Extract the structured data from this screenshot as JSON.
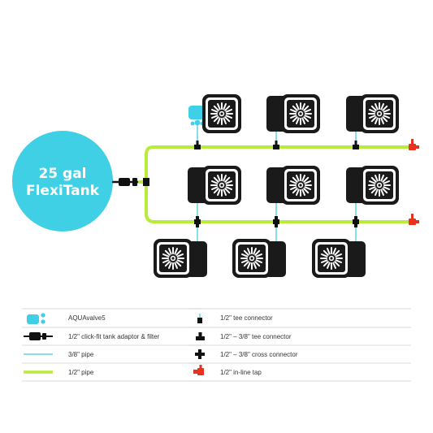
{
  "tank": {
    "line1": "25 gal",
    "line2": "FlexiTank"
  },
  "colors": {
    "tank": "#3fd0e6",
    "pipe_half_inch": "#b9ec3a",
    "pipe_three_eighths": "#5fd4e6",
    "pot": "#1a1a1a",
    "tap": "#e8321e",
    "connector": "#111111"
  },
  "legend": {
    "left": [
      {
        "icon": "aquavalve-icon",
        "label": "AQUAvalve5"
      },
      {
        "icon": "tank-adaptor-filter-icon",
        "label": "1/2\" click-fit tank adaptor & filter"
      },
      {
        "icon": "pipe-3-8-icon",
        "label": "3/8\" pipe"
      },
      {
        "icon": "pipe-1-2-icon",
        "label": "1/2\" pipe"
      }
    ],
    "right": [
      {
        "icon": "tee-connector-icon",
        "label": "1/2\" tee connector"
      },
      {
        "icon": "reducing-tee-connector-icon",
        "label": "1/2\"  –  3/8\" tee connector"
      },
      {
        "icon": "cross-connector-icon",
        "label": "1/2\"  –  3/8\" cross connector"
      },
      {
        "icon": "in-line-tap-icon",
        "label": "1/2\" in-line tap"
      }
    ]
  }
}
